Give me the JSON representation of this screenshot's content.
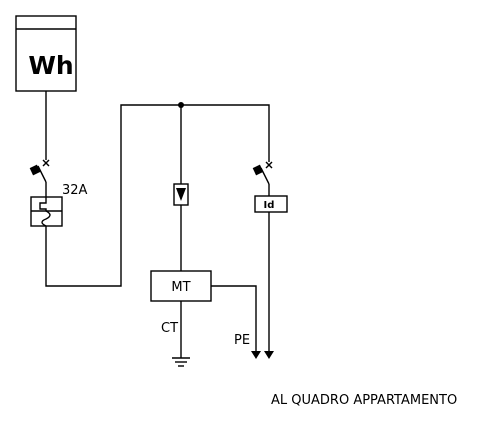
{
  "meter": {
    "label": "Wh"
  },
  "breaker": {
    "rating": "32A"
  },
  "differential": {
    "label": "Id"
  },
  "transformer": {
    "label": "MT"
  },
  "ground": {
    "label": "CT"
  },
  "protective_earth": {
    "label": "PE"
  },
  "destination": {
    "label": "AL QUADRO APPARTAMENTO"
  }
}
